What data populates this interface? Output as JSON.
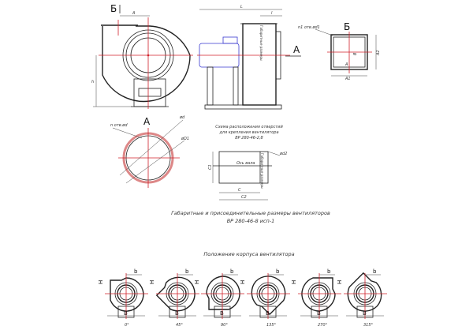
{
  "front_view": {
    "view_label": "Б",
    "dim_a": "A",
    "dim_h": "h"
  },
  "side_view": {
    "dim_L": "L",
    "dim_l": "l",
    "view_arrow": "A",
    "nameplate": "Габаритные размеры"
  },
  "outlet_view": {
    "title": "Б",
    "holes": "n1 отв.ød1",
    "dim_a1": "A1",
    "dim_a2": "A2",
    "dim_b": "B",
    "dim_a": "A"
  },
  "inlet_view": {
    "title": "A",
    "holes": "n отв.ød",
    "dia_d": "ød",
    "dia_d1": "øD1"
  },
  "hole_scheme": {
    "title_lines": [
      "Схема расположения отверстий",
      "для крепления вентилятора",
      "ВР 280-46-2,8"
    ],
    "shaft_axis": "Ось вала",
    "hole_dia": "ød2",
    "dim_c": "C",
    "dim_c1": "C1",
    "dim_c2": "C2",
    "nameplate": "Габаритные размеры"
  },
  "caption": {
    "line1": "Габаритные и присоединительные размеры вентиляторов",
    "line2": "ВР 280-46-8 исп-1"
  },
  "positions": {
    "title": "Положение корпуса вентилятора",
    "dim_h": "H",
    "dim_b_small": "b",
    "dim_B": "B",
    "items": [
      {
        "angle": "0°"
      },
      {
        "angle": "45°"
      },
      {
        "angle": "90°"
      },
      {
        "angle": "135°"
      },
      {
        "angle": "270°"
      },
      {
        "angle": "315°"
      }
    ]
  }
}
